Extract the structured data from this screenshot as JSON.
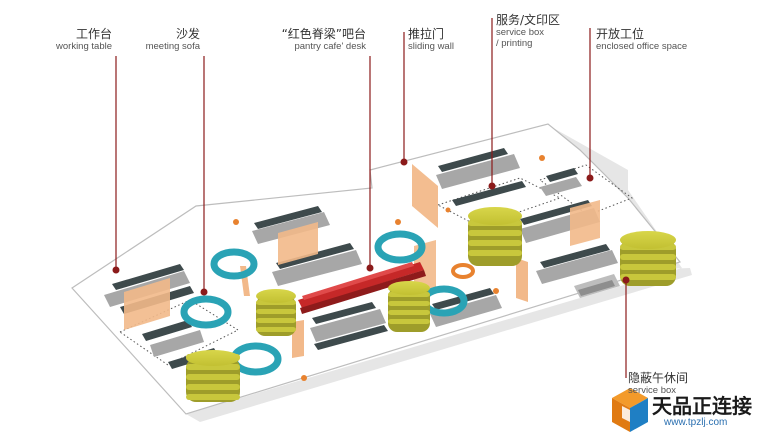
{
  "labels": [
    {
      "id": "working-table",
      "zh": "工作台",
      "en": "working table"
    },
    {
      "id": "meeting-sofa",
      "zh": "沙发",
      "en": "meeting sofa"
    },
    {
      "id": "pantry-desk",
      "zh": "“红色脊梁”吧台",
      "en": "pantry cafe' desk"
    },
    {
      "id": "sliding-wall",
      "zh": "推拉门",
      "en": "sliding wall"
    },
    {
      "id": "service-box",
      "zh": "服务/文印区",
      "en": "service box",
      "en2": "/ printing"
    },
    {
      "id": "enclosed-office",
      "zh": "开放工位",
      "en": "enclosed office space"
    },
    {
      "id": "nap-box",
      "zh": "隐蔽午休间",
      "en": "service box"
    }
  ],
  "watermark": {
    "title": "天品正连接",
    "url": "www.tpzlj.com"
  },
  "colors": {
    "accent_line": "#8b1a1a",
    "floor": "#ffffff",
    "floor_edge": "#bdbdbd",
    "ring": "#2aa3b5",
    "pod": "#c8c73c",
    "pod_dark": "#9e9d2a",
    "partition": "#f2b98a",
    "counter": "#c62828",
    "table_dark": "#3e4a4c",
    "table_gray": "#9e9e9e"
  }
}
